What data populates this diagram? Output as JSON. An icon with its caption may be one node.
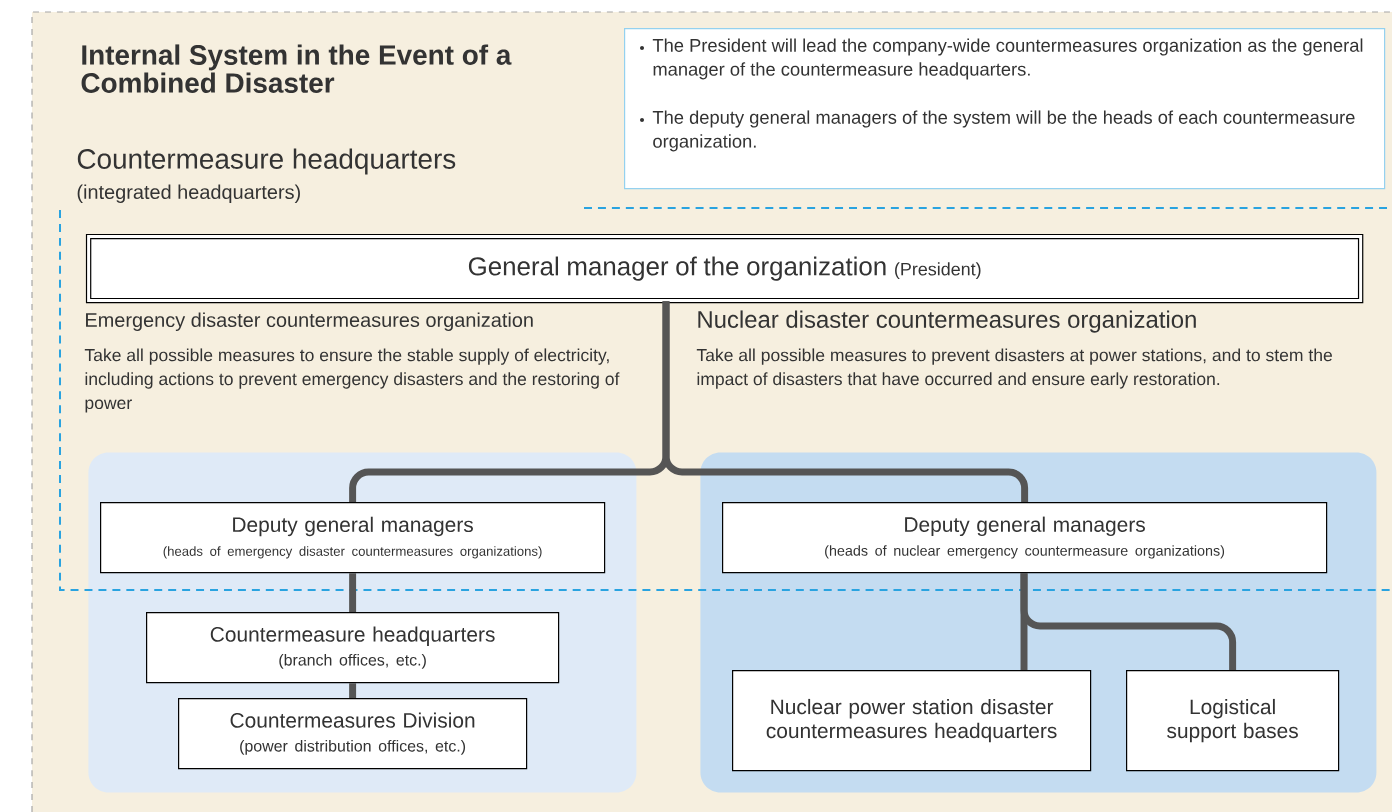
{
  "diagram": {
    "title": "Internal System in the Event of a Combined Disaster",
    "nodes": [
      {
        "text": [
          "The President will lead the company-wide countermeasures organization as the general manager of the countermeasure headquarters.",
          "The deputy general managers of the system will be the heads of each countermeasure organization."
        ]
      },
      {
        "text": [
          "Countermeasure headquarters",
          "(integrated headquarters)"
        ]
      },
      {
        "text": [
          "General manager of the organization",
          "(President)"
        ],
        "in": 1
      },
      {
        "text": [],
        "shape": "box"
      },
      {
        "text": [],
        "shape": "box"
      },
      {
        "text": [
          "Deputy general managers",
          "(heads of emergency disaster countermeasures organizations)"
        ]
      },
      {
        "text": [
          "Countermeasure headquarters",
          "(branch offices, etc.)"
        ],
        "in": 3
      },
      {
        "text": [
          "Countermeasures Division",
          "(power distribution offices, etc.)"
        ],
        "in": 3
      },
      {
        "text": [
          "Deputy general managers",
          "(heads of nuclear emergency countermeasure organizations)"
        ]
      },
      {
        "text": [
          "Nuclear power station disaster countermeasures headquarters"
        ],
        "in": 4
      },
      {
        "text": [
          "Logistical support bases"
        ],
        "in": 4
      }
    ],
    "edges": [
      {
        "from": 2,
        "to": 5,
        "arrow": "none"
      },
      {
        "from": 2,
        "to": 8,
        "arrow": "none"
      },
      {
        "from": 5,
        "to": 6,
        "arrow": "none"
      },
      {
        "from": 6,
        "to": 7,
        "arrow": "none"
      },
      {
        "from": 8,
        "to": 9,
        "arrow": "none"
      },
      {
        "from": 8,
        "to": 10,
        "arrow": "none"
      }
    ],
    "labels": [
      "Emergency disaster countermeasures organization",
      "Nuclear disaster countermeasures organization",
      "Take all possible measures to ensure the stable supply of electricity, including actions to prevent emergency disasters and the restoring of power",
      "Take all possible measures to prevent disasters at power stations, and to stem the impact of disasters that have occurred and ensure early restoration."
    ]
  }
}
